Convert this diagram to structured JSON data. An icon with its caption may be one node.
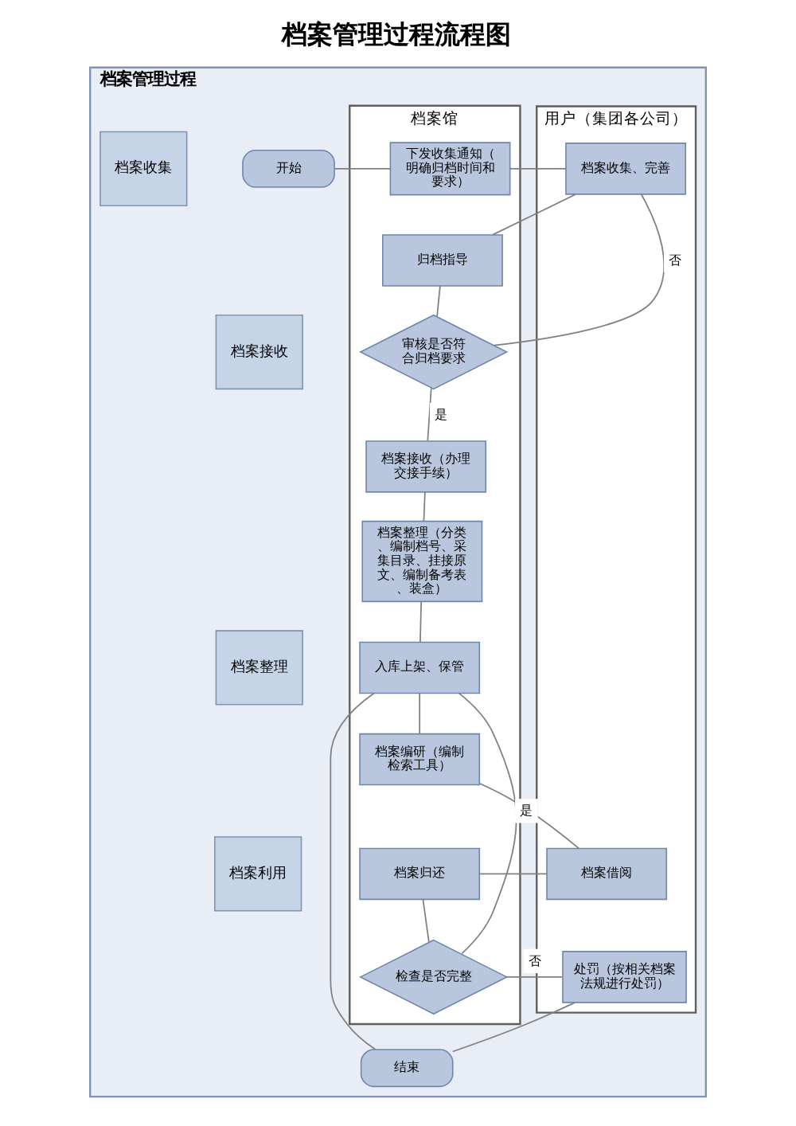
{
  "diagram": {
    "title": "档案管理过程流程图",
    "nodes": [
      {
        "text": [
          "档案管理过程"
        ]
      },
      {
        "text": [
          "档案馆"
        ],
        "in": 0
      },
      {
        "text": [
          "用户（集团各公司）"
        ],
        "in": 0
      },
      {
        "text": [
          "档案收集"
        ],
        "in": 0
      },
      {
        "text": [
          "档案接收"
        ],
        "in": 0
      },
      {
        "text": [
          "档案整理"
        ],
        "in": 0
      },
      {
        "text": [
          "档案利用"
        ],
        "in": 0
      },
      {
        "text": [
          "开始"
        ],
        "in": 0
      },
      {
        "text": [
          "下发收集通知（明确归档时间和要求）"
        ],
        "in": 1
      },
      {
        "text": [
          "档案收集、完善"
        ],
        "in": 2
      },
      {
        "text": [
          "归档指导"
        ],
        "in": 1
      },
      {
        "text": [
          "审核是否符合归档要求"
        ],
        "in": 1
      },
      {
        "text": [
          "档案接收（办理交接手续）"
        ],
        "in": 1
      },
      {
        "text": [
          "档案整理（分类、编制档号、采集目录、挂接原文、编制备考表、装盒）"
        ],
        "in": 1
      },
      {
        "text": [
          "入库上架、保管"
        ],
        "in": 1
      },
      {
        "text": [
          "档案编研（编制检索工具）"
        ],
        "in": 1
      },
      {
        "text": [
          "档案归还"
        ],
        "in": 1
      },
      {
        "text": [
          "档案借阅"
        ],
        "in": 2
      },
      {
        "text": [
          "检查是否完整"
        ],
        "in": 1
      },
      {
        "text": [
          "处罚（按相关档案法规进行处罚）"
        ],
        "in": 2
      },
      {
        "text": [
          "结束"
        ],
        "in": 0
      }
    ],
    "edges": [
      {
        "from": 7,
        "to": 8,
        "arrow": "none"
      },
      {
        "from": 8,
        "to": 9,
        "arrow": "none"
      },
      {
        "from": 9,
        "to": 10,
        "arrow": "none"
      },
      {
        "from": 10,
        "to": 11,
        "arrow": "none"
      },
      {
        "from": 11,
        "to": 9,
        "arrow": "none",
        "label": "否"
      },
      {
        "from": 11,
        "to": 12,
        "arrow": "none",
        "label": "是"
      },
      {
        "from": 12,
        "to": 13,
        "arrow": "none"
      },
      {
        "from": 13,
        "to": 14,
        "arrow": "none"
      },
      {
        "from": 14,
        "to": 15,
        "arrow": "none"
      },
      {
        "from": 15,
        "to": 17,
        "arrow": "none"
      },
      {
        "from": 17,
        "to": 16,
        "arrow": "none"
      },
      {
        "from": 16,
        "to": 18,
        "arrow": "none"
      },
      {
        "from": 18,
        "to": 14,
        "arrow": "none",
        "label": "是"
      },
      {
        "from": 18,
        "to": 19,
        "arrow": "none",
        "label": "否"
      },
      {
        "from": 19,
        "to": 20,
        "arrow": "none"
      },
      {
        "from": 14,
        "to": 20,
        "arrow": "none"
      }
    ]
  }
}
